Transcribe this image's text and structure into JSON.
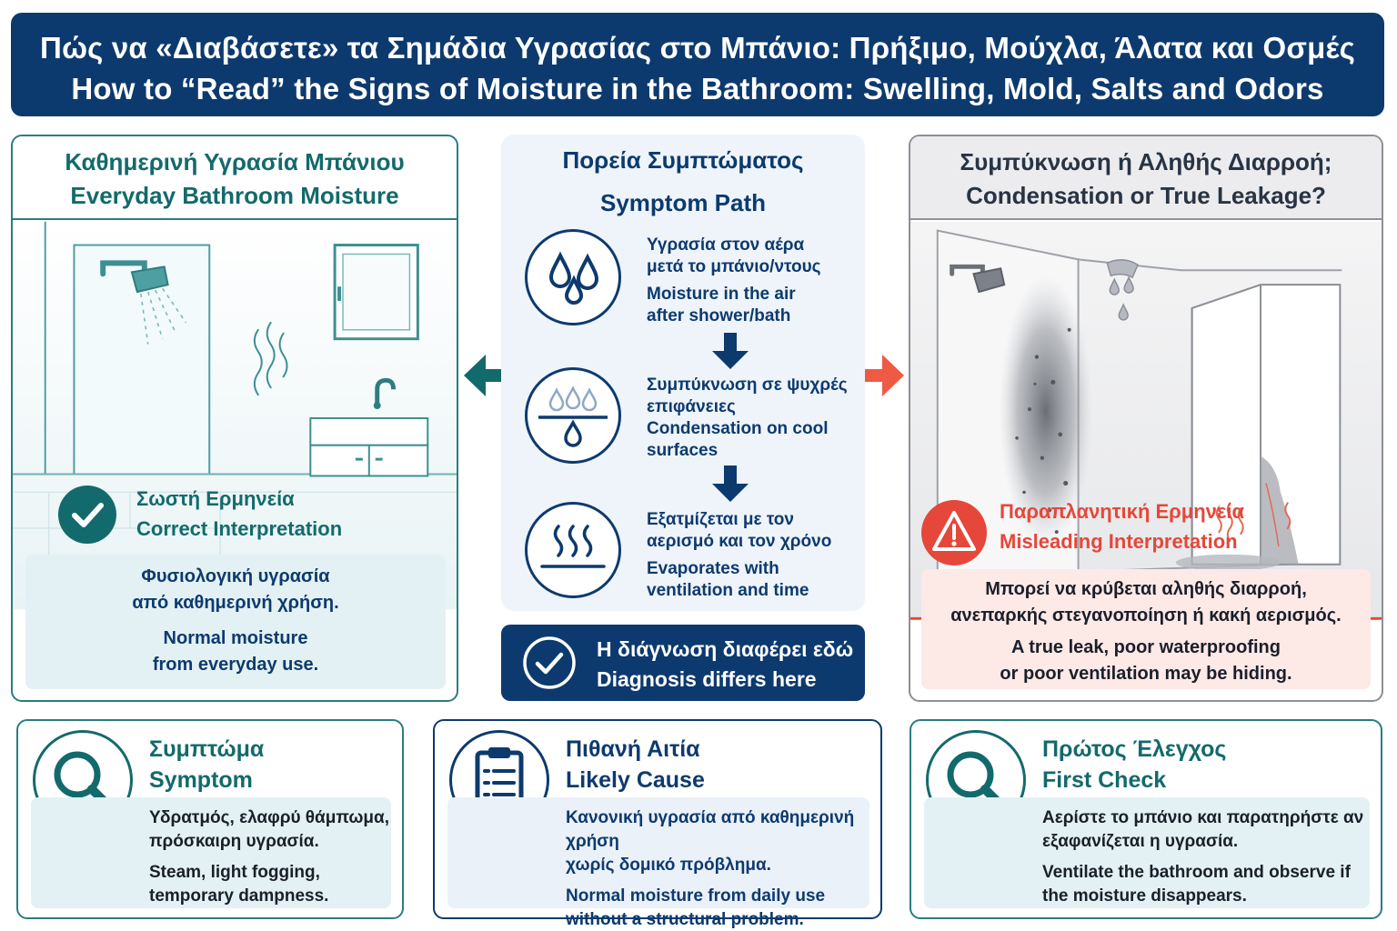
{
  "header": {
    "title_el": "Πώς να «Διαβάσετε» τα Σημάδια Υγρασίας στο Μπάνιο: Πρήξιμο, Μούχλα, Άλατα και Οσμές",
    "title_en": "How to “Read” the Signs of Moisture in the Bathroom: Swelling, Mold, Salts and Odors"
  },
  "left_panel": {
    "title_el": "Καθημερινή Υγρασία Μπάνιου",
    "title_en": "Everyday Bathroom Moisture",
    "verdict_el": "Σωστή Ερμηνεία",
    "verdict_en": "Correct Interpretation",
    "desc_el_1": "Φυσιολογική υγρασία",
    "desc_el_2": "από καθημερινή χρήση.",
    "desc_en_1": "Normal moisture",
    "desc_en_2": "from everyday use."
  },
  "middle_panel": {
    "title_el": "Πορεία Συμπτώματος",
    "title_en": "Symptom Path",
    "steps": [
      {
        "el_1": "Υγρασία στον αέρα",
        "el_2": "μετά το μπάνιο/ντους",
        "en_1": "Moisture in the air",
        "en_2": "after shower/bath"
      },
      {
        "el_1": "Συμπύκνωση σε ψυχρές",
        "el_2": "επιφάνειες",
        "en_1": "Condensation on cool",
        "en_2": "surfaces"
      },
      {
        "el_1": "Εξατμίζεται με τον",
        "el_2": "αερισμό και τον χρόνο",
        "en_1": "Evaporates with",
        "en_2": "ventilation and time"
      }
    ],
    "banner_el": "Η διάγνωση διαφέρει εδώ",
    "banner_en": "Diagnosis differs here"
  },
  "right_panel": {
    "title_el": "Συμπύκνωση ή Αληθής Διαρροή;",
    "title_en": "Condensation or True Leakage?",
    "verdict_el": "Παραπλανητική Ερμηνεία",
    "verdict_en": "Misleading Interpretation",
    "desc_el_1": "Μπορεί να κρύβεται αληθής διαρροή,",
    "desc_el_2": "ανεπαρκής στεγανοποίηση ή κακή αερισμός.",
    "desc_en_1": "A true leak, poor waterproofing",
    "desc_en_2": "or poor ventilation may be hiding."
  },
  "cards": [
    {
      "title_el": "Συμπτώμα",
      "title_en": "Symptom",
      "el_1": "Υδρατμός, ελαφρύ θάμπωμα,",
      "el_2": "πρόσκαιρη υγρασία.",
      "en_1": "Steam, light fogging,",
      "en_2": "temporary dampness."
    },
    {
      "title_el": "Πιθανή Αιτία",
      "title_en": "Likely Cause",
      "el_1": "Κανονική υγρασία από καθημερινή χρήση",
      "el_2": "χωρίς δομικό πρόβλημα.",
      "en_1": "Normal moisture from daily use",
      "en_2": "without a structural problem."
    },
    {
      "title_el": "Πρώτος Έλεγχος",
      "title_en": "First Check",
      "el_1": "Αερίστε το μπάνιο και παρατηρήστε αν",
      "el_2": "εξαφανίζεται η υγρασία.",
      "en_1": "Ventilate the bathroom and observe if",
      "en_2": "the moisture disappears."
    }
  ],
  "colors": {
    "navy": "#0d3a6e",
    "teal": "#136a6c",
    "teal_light_bg": "#e3f1f4",
    "red": "#e5473a",
    "red_light_bg": "#fde9e6",
    "gray": "#8d9095"
  },
  "icons": {
    "left_verdict": "check-circle-icon",
    "right_verdict": "warning-triangle-icon",
    "step_1": "water-drops-icon",
    "step_2": "condensation-icon",
    "step_3": "evaporation-icon",
    "banner": "check-circle-icon",
    "card_1": "magnifier-icon",
    "card_2": "clipboard-icon",
    "card_3": "magnifier-icon"
  }
}
